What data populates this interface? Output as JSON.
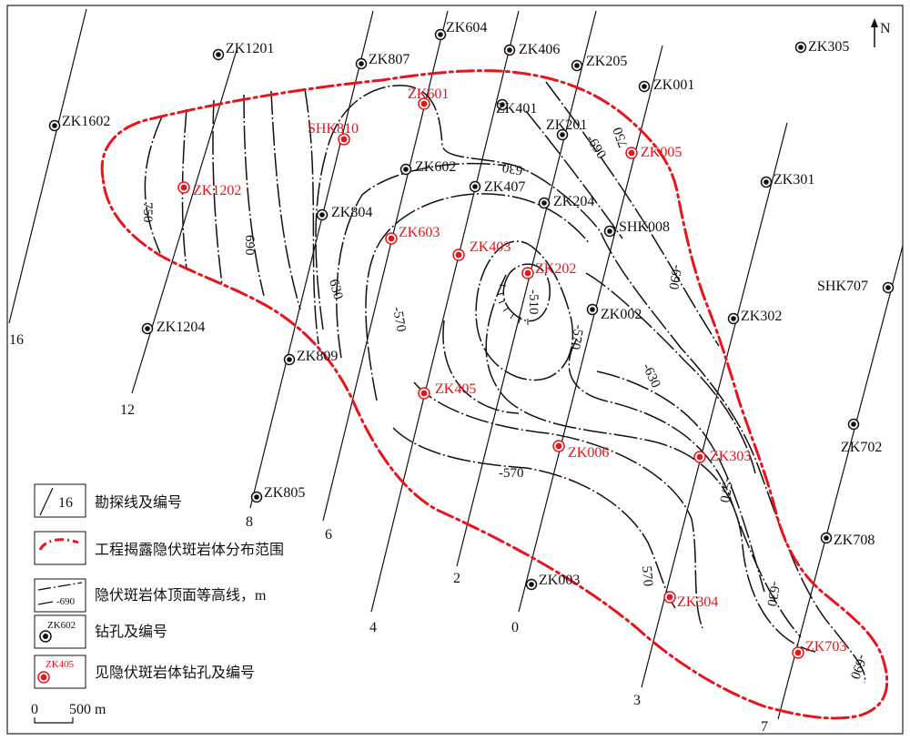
{
  "north": "N",
  "colors": {
    "red": "#e8141b",
    "ink": "#111111",
    "frame": "#222222"
  },
  "lines": [
    {
      "label": "16"
    },
    {
      "label": "12"
    },
    {
      "label": "8"
    },
    {
      "label": "6"
    },
    {
      "label": "4"
    },
    {
      "label": "2"
    },
    {
      "label": "0"
    },
    {
      "label": "3"
    },
    {
      "label": "7"
    }
  ],
  "holes": [
    {
      "id": "ZK1201",
      "found": false
    },
    {
      "id": "ZK1602",
      "found": false
    },
    {
      "id": "ZK1202",
      "found": true
    },
    {
      "id": "ZK1204",
      "found": false
    },
    {
      "id": "ZK807",
      "found": false
    },
    {
      "id": "SHK810",
      "found": true
    },
    {
      "id": "ZK804",
      "found": false
    },
    {
      "id": "ZK809",
      "found": false
    },
    {
      "id": "ZK805",
      "found": false
    },
    {
      "id": "ZK604",
      "found": false
    },
    {
      "id": "ZK601",
      "found": true
    },
    {
      "id": "ZK602",
      "found": false
    },
    {
      "id": "ZK603",
      "found": true
    },
    {
      "id": "ZK406",
      "found": false
    },
    {
      "id": "ZK401",
      "found": false
    },
    {
      "id": "ZK407",
      "found": false
    },
    {
      "id": "ZK403",
      "found": true
    },
    {
      "id": "ZK405",
      "found": true
    },
    {
      "id": "ZK205",
      "found": false
    },
    {
      "id": "ZK201",
      "found": false
    },
    {
      "id": "ZK204",
      "found": false
    },
    {
      "id": "ZK202",
      "found": true
    },
    {
      "id": "ZK001",
      "found": false
    },
    {
      "id": "ZK005",
      "found": true
    },
    {
      "id": "SHK008",
      "found": false
    },
    {
      "id": "ZK002",
      "found": false
    },
    {
      "id": "ZK006",
      "found": true
    },
    {
      "id": "ZK003",
      "found": false
    },
    {
      "id": "ZK305",
      "found": false
    },
    {
      "id": "ZK301",
      "found": false
    },
    {
      "id": "ZK302",
      "found": false
    },
    {
      "id": "ZK303",
      "found": true
    },
    {
      "id": "ZK304",
      "found": true
    },
    {
      "id": "SHK707",
      "found": false
    },
    {
      "id": "ZK702",
      "found": false
    },
    {
      "id": "ZK708",
      "found": false
    },
    {
      "id": "ZK703",
      "found": true
    }
  ],
  "contours": [
    {
      "label": "750"
    },
    {
      "label": "690"
    },
    {
      "label": "630"
    },
    {
      "label": "-570"
    },
    {
      "label": "-630"
    },
    {
      "label": "750"
    },
    {
      "label": "-690"
    },
    {
      "label": "-510"
    },
    {
      "label": "-570"
    },
    {
      "label": "-570"
    },
    {
      "label": "-690"
    },
    {
      "label": "-630"
    },
    {
      "label": "-570"
    },
    {
      "label": "570"
    },
    {
      "label": "-630"
    },
    {
      "label": "-690"
    }
  ],
  "legend": {
    "line_sample": "16",
    "line": "勘探线及编号",
    "boundary": "工程揭露隐伏斑岩体分布范围",
    "contour_sample": "-690",
    "contour": "隐伏斑岩体顶面等高线，m",
    "hole_sample": "ZK602",
    "hole": "钻孔及编号",
    "found_sample": "ZK405",
    "found": "见隐伏斑岩体钻孔及编号"
  },
  "scale": {
    "zero": "0",
    "label": "500 m"
  }
}
